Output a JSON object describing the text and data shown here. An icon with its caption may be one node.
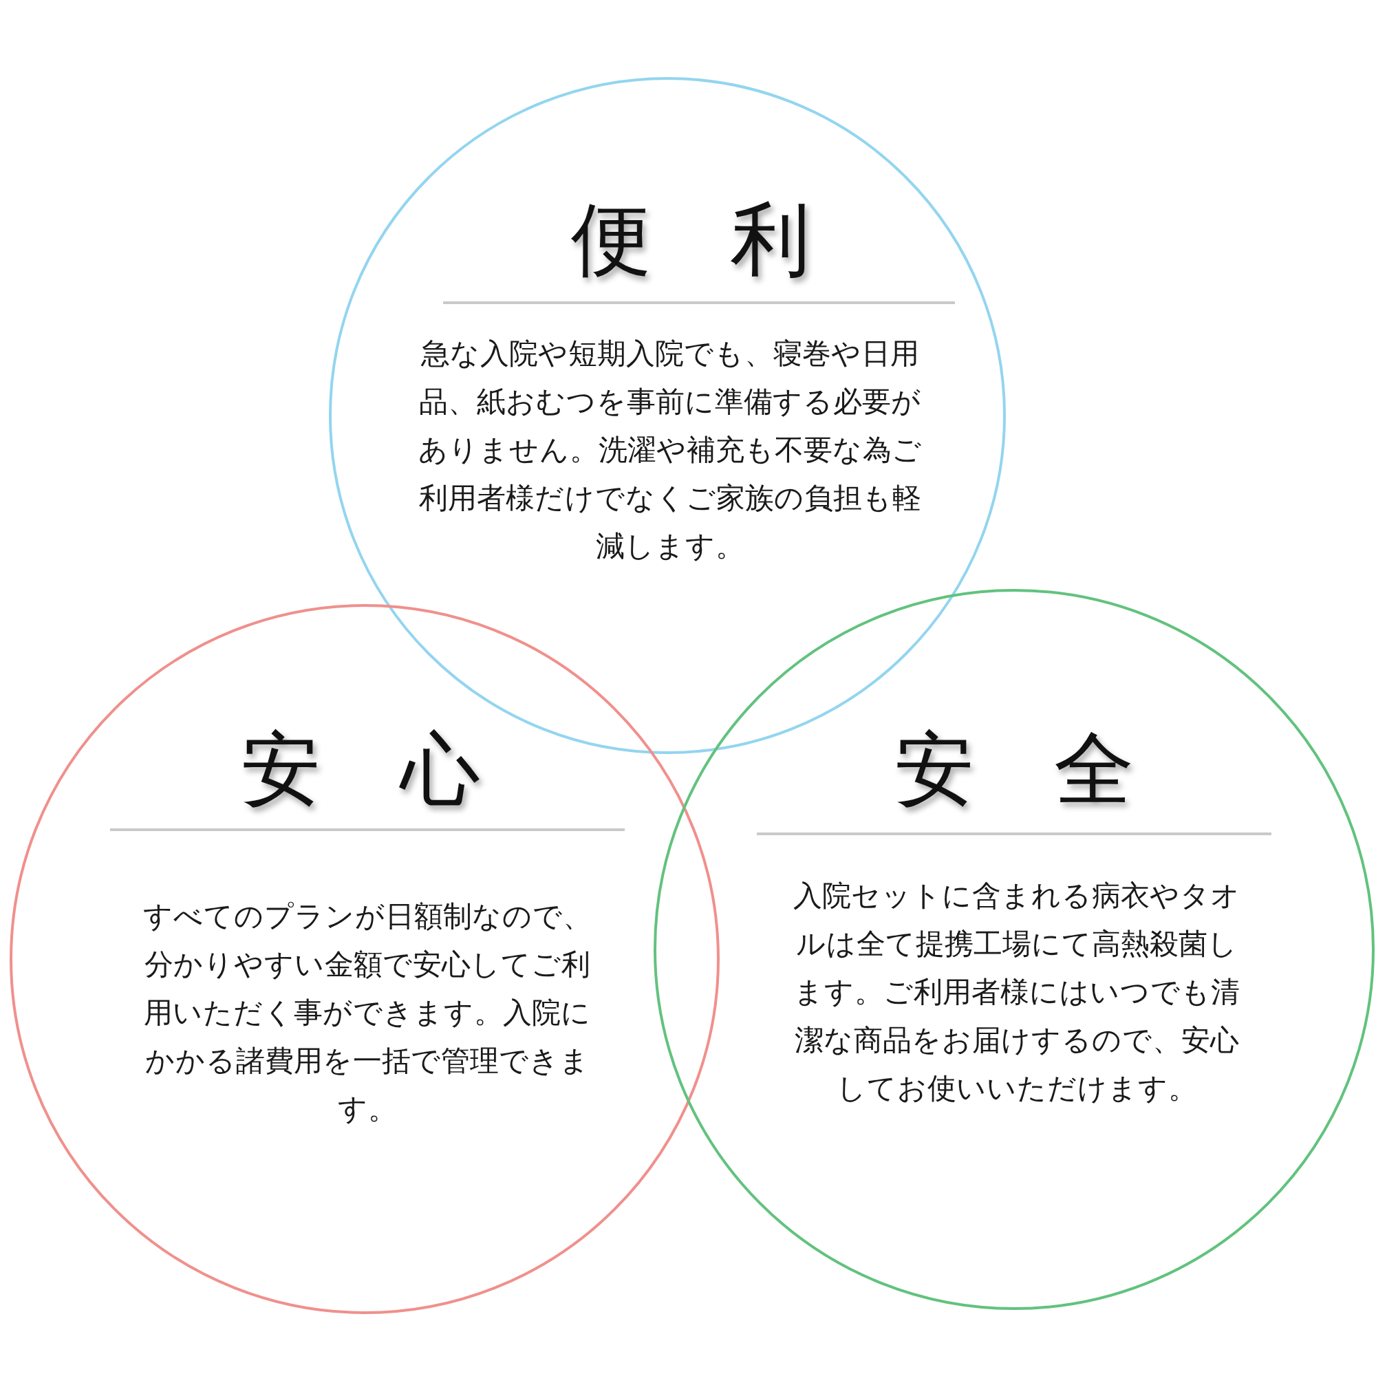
{
  "diagram": {
    "nodes": [
      {
        "text": [
          "便　利",
          "急な入院や短期入院でも、寝巻や日用品、紙おむつを事前に準備する必要がありません。洗濯や補充も不要な為ご利用者様だけでなくご家族の負担も軽減します。"
        ]
      },
      {
        "text": [
          "安　心",
          "すべてのプランが日額制なので、分かりやすい金額で安心してご利用いただく事ができます。入院にかかる諸費用を一括で管理できます。"
        ]
      },
      {
        "text": [
          "安　全",
          "入院セットに含まれる病衣やタオルは全て提携工場にて高熱殺菌します。ご利用者様にはいつでも清潔な商品をお届けするので、安心してお使いいただけます。"
        ]
      }
    ]
  }
}
